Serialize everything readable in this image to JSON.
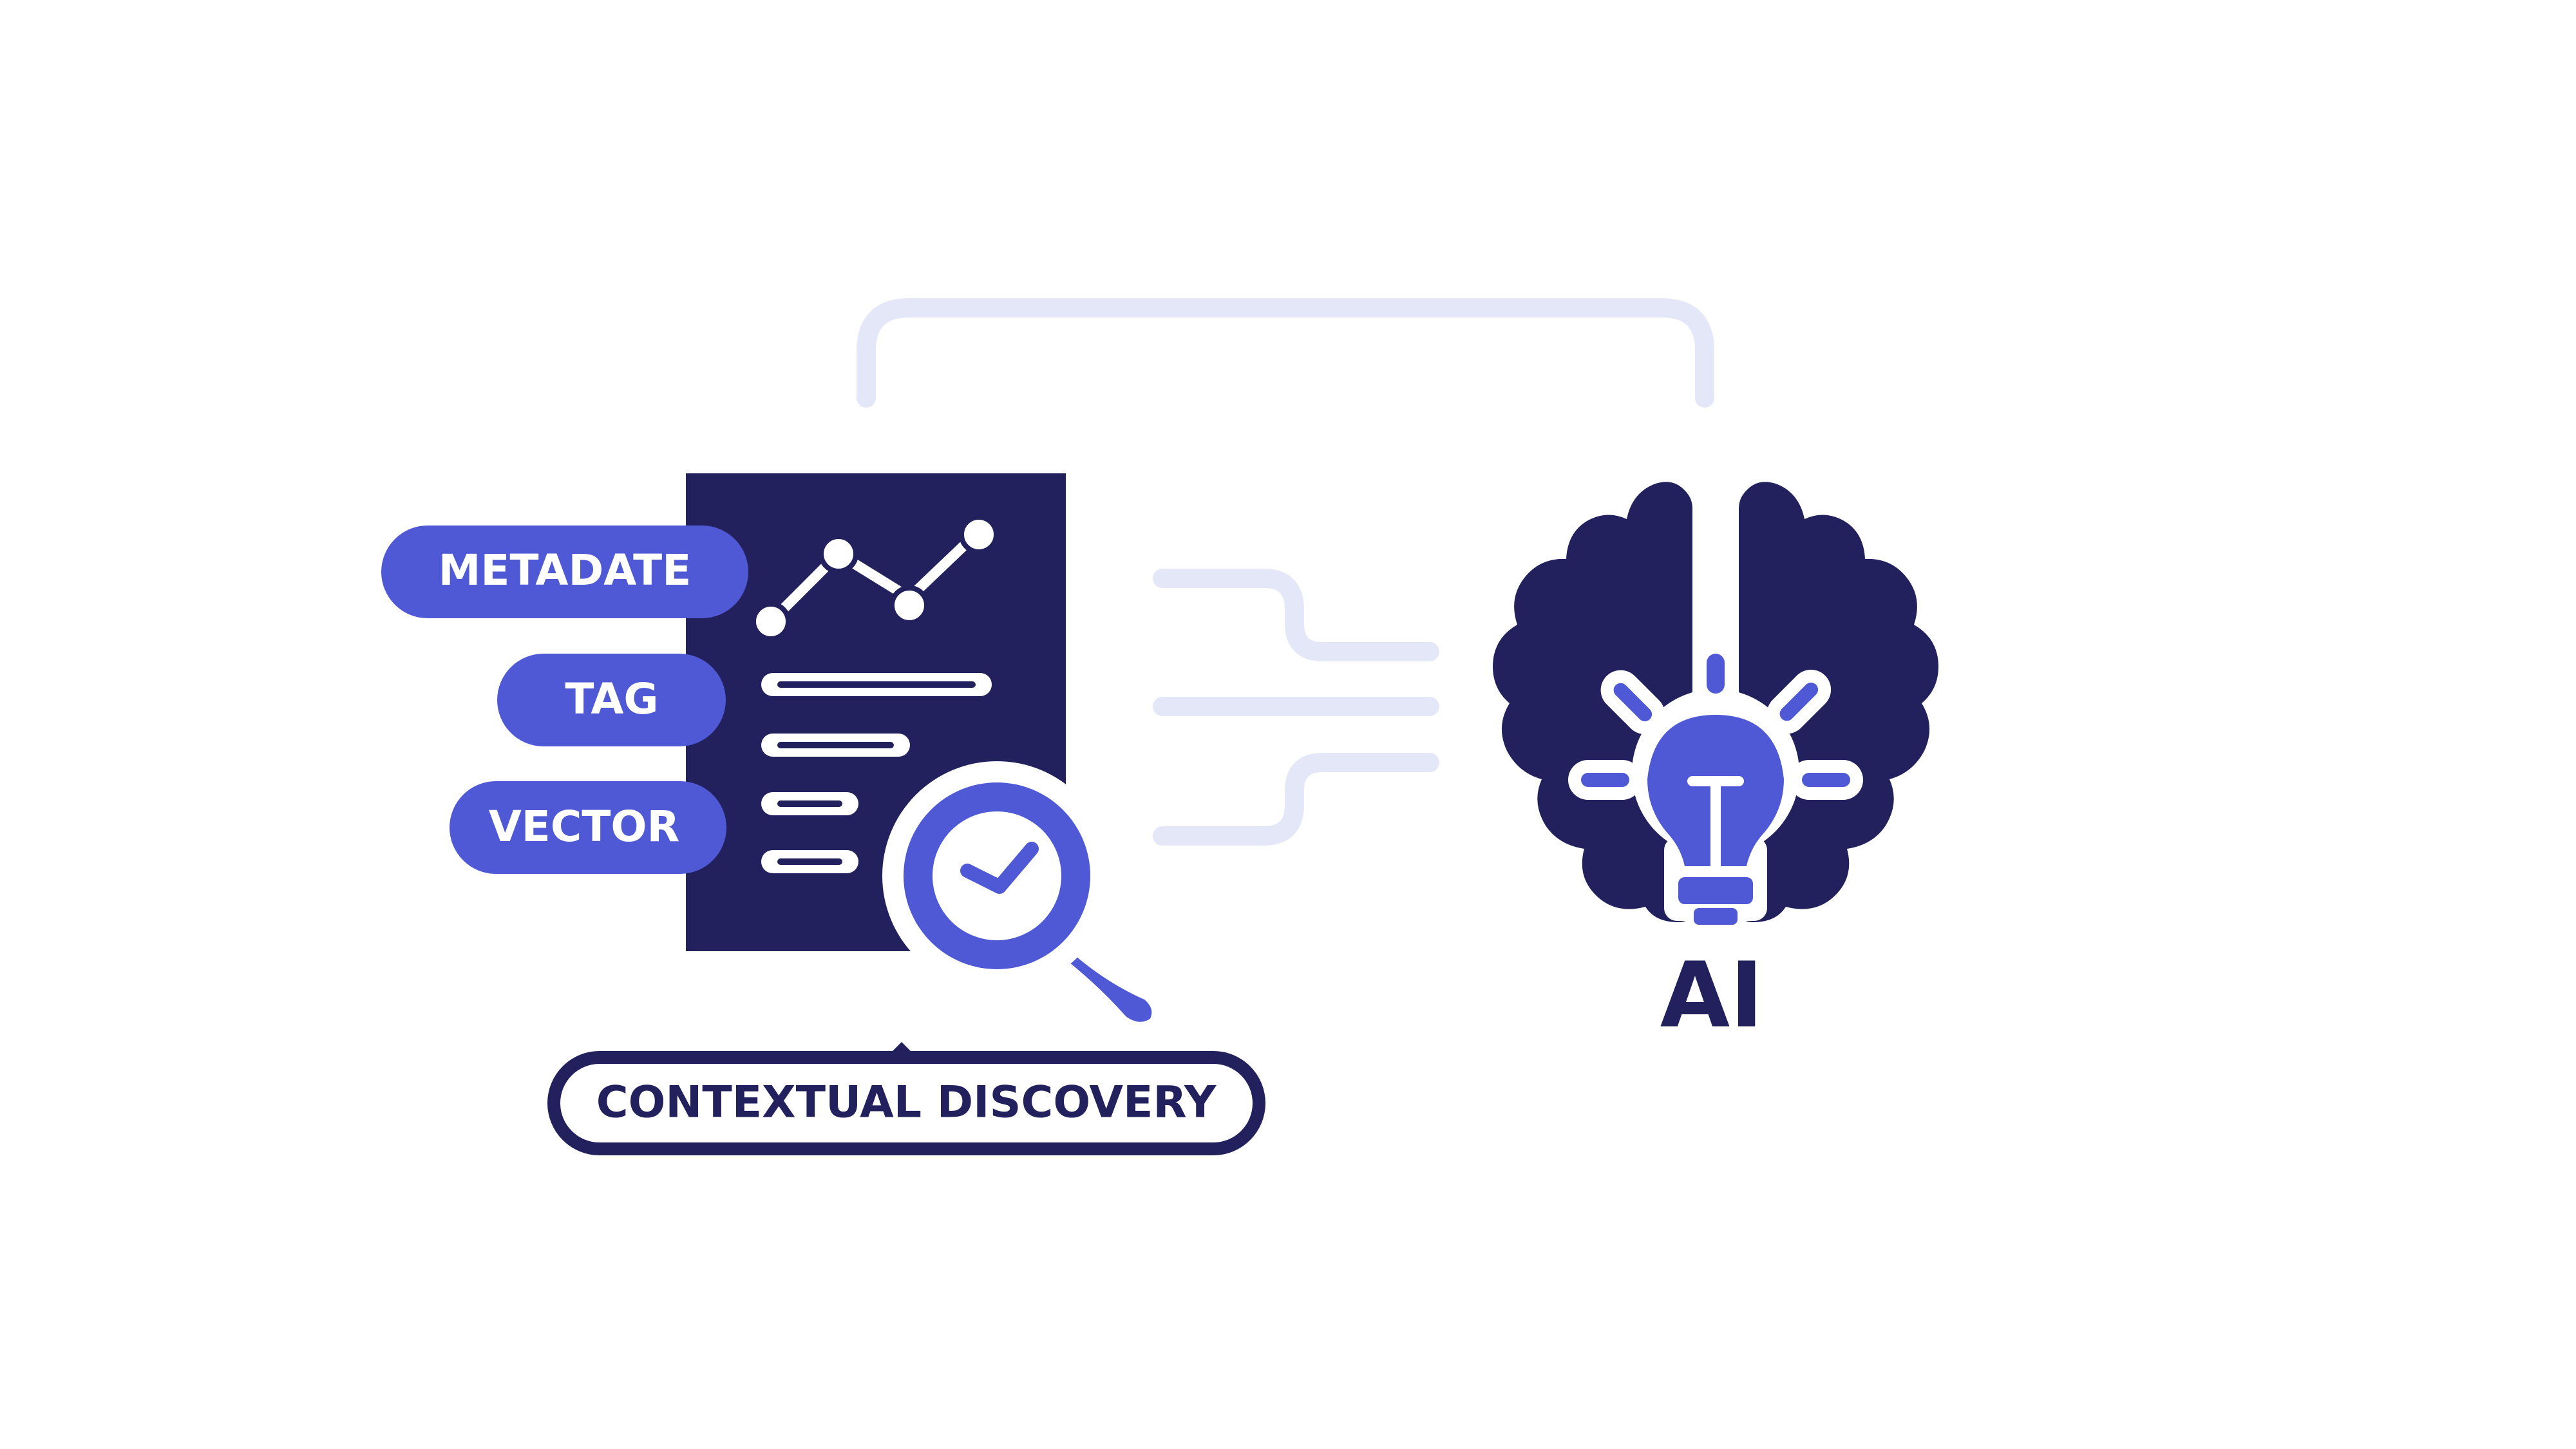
{
  "labels": {
    "metadate": "METADATE",
    "tag": "TAG",
    "vector": "VECTOR",
    "contextual_discovery": "CONTEXTUAL DISCOVERY",
    "ai": "AI"
  },
  "icons": {
    "document": "document-chart-icon",
    "magnifier": "magnifier-check-icon",
    "brain": "brain-lightbulb-icon"
  },
  "colors": {
    "navy": "#22215d",
    "accent": "#4f59d6",
    "connector": "#e4e7f8",
    "background": "#ffffff"
  }
}
